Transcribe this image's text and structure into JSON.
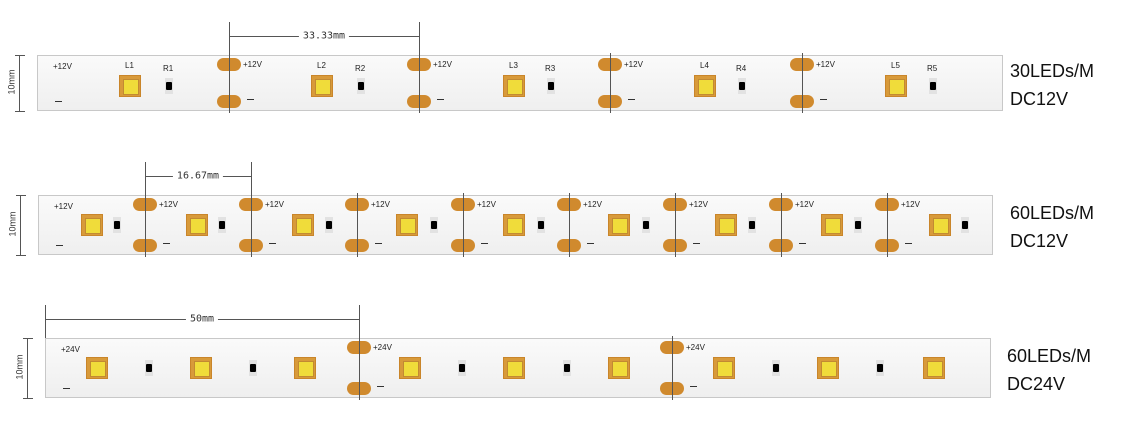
{
  "strips": [
    {
      "pitch_label": "33.33mm",
      "width_label": "10mm",
      "voltage_tag": "+12V",
      "spec_line1": "30LEDs/M",
      "spec_line2": "DC12V",
      "led_labels": [
        "L1",
        "L2",
        "L3",
        "L4",
        "L5"
      ],
      "resistor_labels": [
        "R1",
        "R2",
        "R3",
        "R4",
        "R5"
      ]
    },
    {
      "pitch_label": "16.67mm",
      "width_label": "10mm",
      "voltage_tag": "+12V",
      "spec_line1": "60LEDs/M",
      "spec_line2": "DC12V"
    },
    {
      "pitch_label": "50mm",
      "width_label": "10mm",
      "voltage_tag": "+24V",
      "spec_line1": "60LEDs/M",
      "spec_line2": "DC24V"
    }
  ],
  "minus_symbol": "—"
}
